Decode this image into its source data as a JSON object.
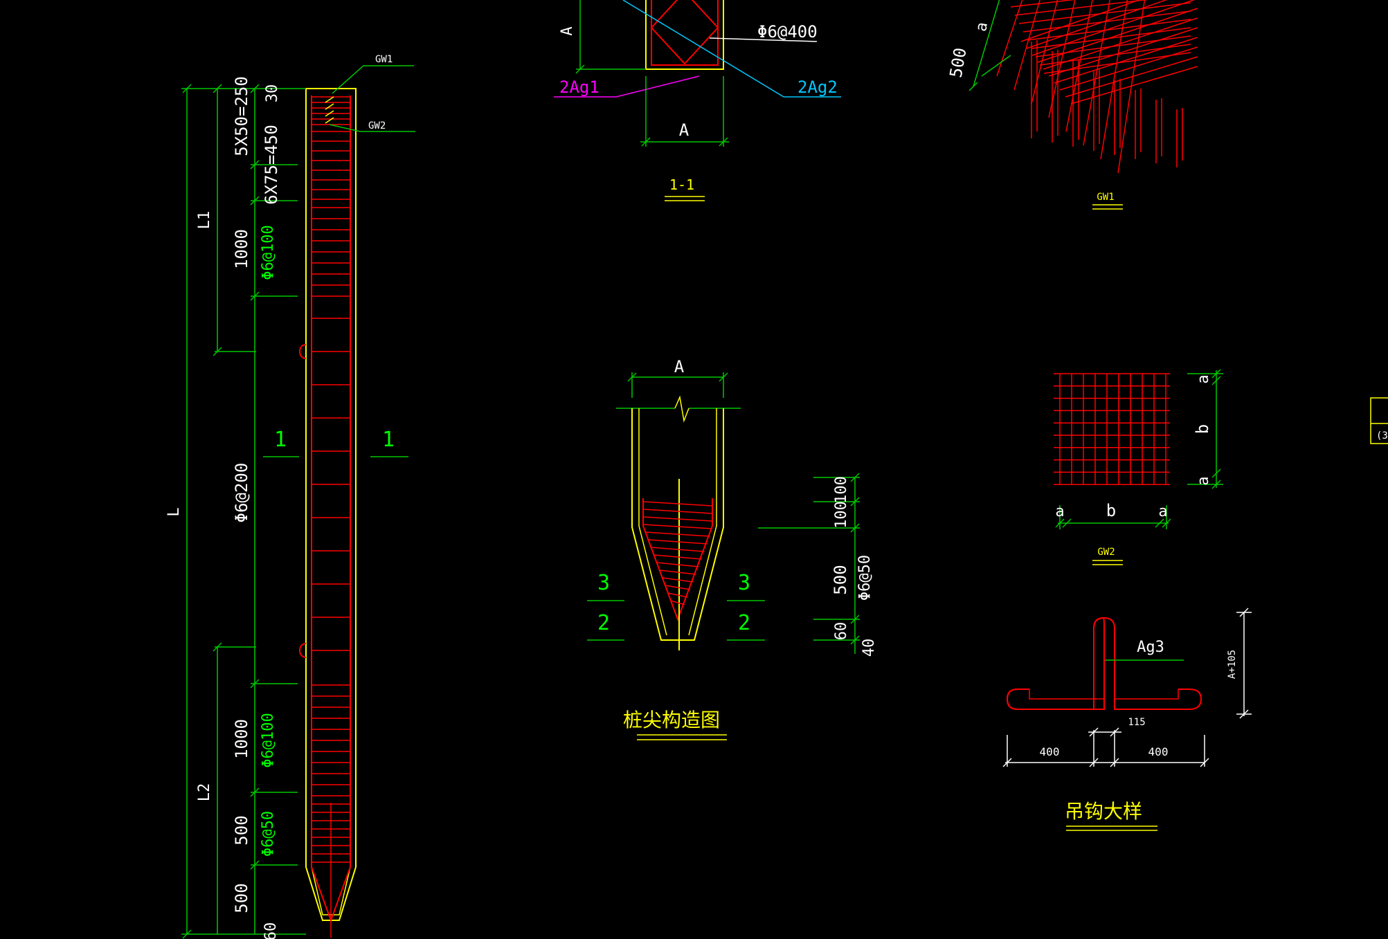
{
  "colors": {
    "background": "#000000",
    "outline": "#ffff00",
    "rebar": "#ff0000",
    "dimension": "#00c800",
    "text_white": "#ffffff",
    "label_green": "#00ff00",
    "title_yellow": "#ffff00",
    "cyan": "#00c8ff",
    "magenta": "#ff00ff"
  },
  "pile_elevation": {
    "overall_length": "L",
    "upper_zone": "L1",
    "lower_zone": "L2",
    "dims": [
      "5X50=250",
      "30",
      "6X75=450",
      "1000",
      "Φ6@200",
      "1000",
      "500",
      "500",
      "60"
    ],
    "spacing_labels": [
      "Φ6@100",
      "Φ6@100",
      "Φ6@50"
    ],
    "section_marks": [
      "1",
      "1"
    ],
    "mesh_callouts": [
      "GW1",
      "GW2"
    ]
  },
  "section_1_1": {
    "title": "1-1",
    "dims": [
      "A",
      "A"
    ],
    "rebar_labels": [
      "Φ6@400",
      "2Ag1",
      "2Ag2"
    ]
  },
  "gw1_detail": {
    "title": "GW1",
    "dims": [
      "500",
      "a"
    ]
  },
  "pile_tip": {
    "title": "桩尖构造图",
    "width_dim": "A",
    "section_marks": [
      "3",
      "2",
      "3",
      "2"
    ],
    "dims": [
      "100",
      "100",
      "500",
      "60",
      "40"
    ],
    "spacing_label": "Φ6@50"
  },
  "gw2_detail": {
    "title": "GW2",
    "dims_horizontal": [
      "a",
      "b",
      "a"
    ],
    "dims_vertical": [
      "a",
      "b",
      "a"
    ]
  },
  "hook_detail": {
    "title": "吊钩大样",
    "label": "Ag3",
    "dims": [
      "115",
      "400",
      "400",
      "A+105"
    ]
  },
  "edge_fragment": {
    "text": "(3"
  }
}
